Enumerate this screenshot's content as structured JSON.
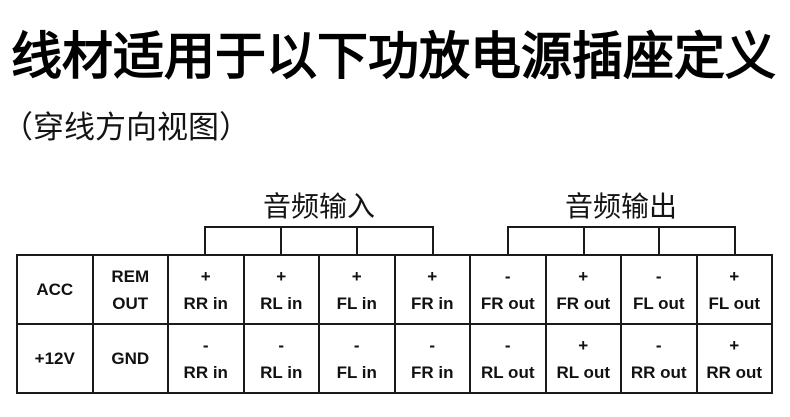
{
  "title": "线材适用于以下功放电源插座定义",
  "subtitle": "（穿线方向视图）",
  "colors": {
    "background": "#ffffff",
    "text": "#000000",
    "line": "#1a1a1a"
  },
  "brackets": {
    "input_label": "音频输入",
    "output_label": "音频输出"
  },
  "table": {
    "rows": [
      [
        {
          "top": "ACC",
          "bottom": ""
        },
        {
          "top": "REM",
          "bottom": "OUT"
        },
        {
          "top": "+",
          "bottom": "RR in"
        },
        {
          "top": "+",
          "bottom": "RL in"
        },
        {
          "top": "+",
          "bottom": "FL in"
        },
        {
          "top": "+",
          "bottom": "FR in"
        },
        {
          "top": "-",
          "bottom": "FR out"
        },
        {
          "top": "+",
          "bottom": "FR out"
        },
        {
          "top": "-",
          "bottom": "FL out"
        },
        {
          "top": "+",
          "bottom": "FL out"
        }
      ],
      [
        {
          "top": "+12V",
          "bottom": ""
        },
        {
          "top": "GND",
          "bottom": ""
        },
        {
          "top": "-",
          "bottom": "RR in"
        },
        {
          "top": "-",
          "bottom": "RL in"
        },
        {
          "top": "-",
          "bottom": "FL in"
        },
        {
          "top": "-",
          "bottom": "FR in"
        },
        {
          "top": "-",
          "bottom": "RL out"
        },
        {
          "top": "+",
          "bottom": "RL out"
        },
        {
          "top": "-",
          "bottom": "RR out"
        },
        {
          "top": "+",
          "bottom": "RR out"
        }
      ]
    ]
  }
}
